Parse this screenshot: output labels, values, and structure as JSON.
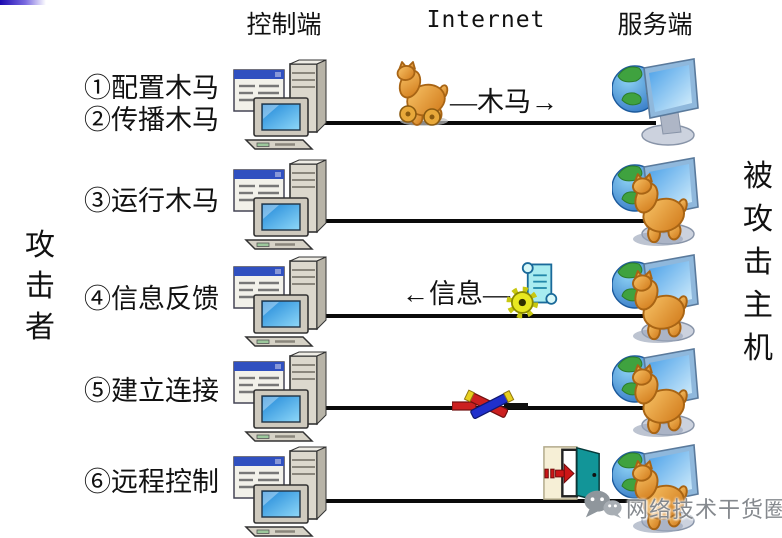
{
  "header": {
    "control": "控制端",
    "internet": "Internet",
    "server": "服务端"
  },
  "sides": {
    "attacker": "攻击者",
    "victim": "被攻击主机"
  },
  "steps": {
    "s1": "①配置木马",
    "s2": "②传播木马",
    "s3": "③运行木马",
    "s4": "④信息反馈",
    "s5": "⑤建立连接",
    "s6": "⑥远程控制"
  },
  "arrows": {
    "trojan": "—木马→",
    "info": "←信息—"
  },
  "watermark": {
    "text": "网络技术干货圈"
  },
  "icons": {
    "control_computer": "workstation-icon",
    "server_clean": "globe-monitor-icon",
    "server_infected": "globe-monitor-trojan-icon",
    "trojan": "trojan-horse-icon",
    "feedback": "script-gear-icon",
    "connection": "cable-cross-icon",
    "remote_control": "open-door-icon",
    "watermark_logo": "chat-bubbles-icon"
  },
  "colors": {
    "line": "#0a0a0a",
    "text": "#111111",
    "horse_orange": "#e8a038",
    "globe_blue": "#2f7fd8",
    "globe_green": "#3fa23f",
    "screen_blue": "#1e86d8",
    "gear_yellow": "#e8e820",
    "scroll_cyan": "#a8ecf0",
    "door_teal": "#129598",
    "arrow_red": "#cc2020",
    "cable_blue": "#2030cc",
    "watermark_gray": "#85898e",
    "top_bar_blue": "#1a08b0"
  }
}
